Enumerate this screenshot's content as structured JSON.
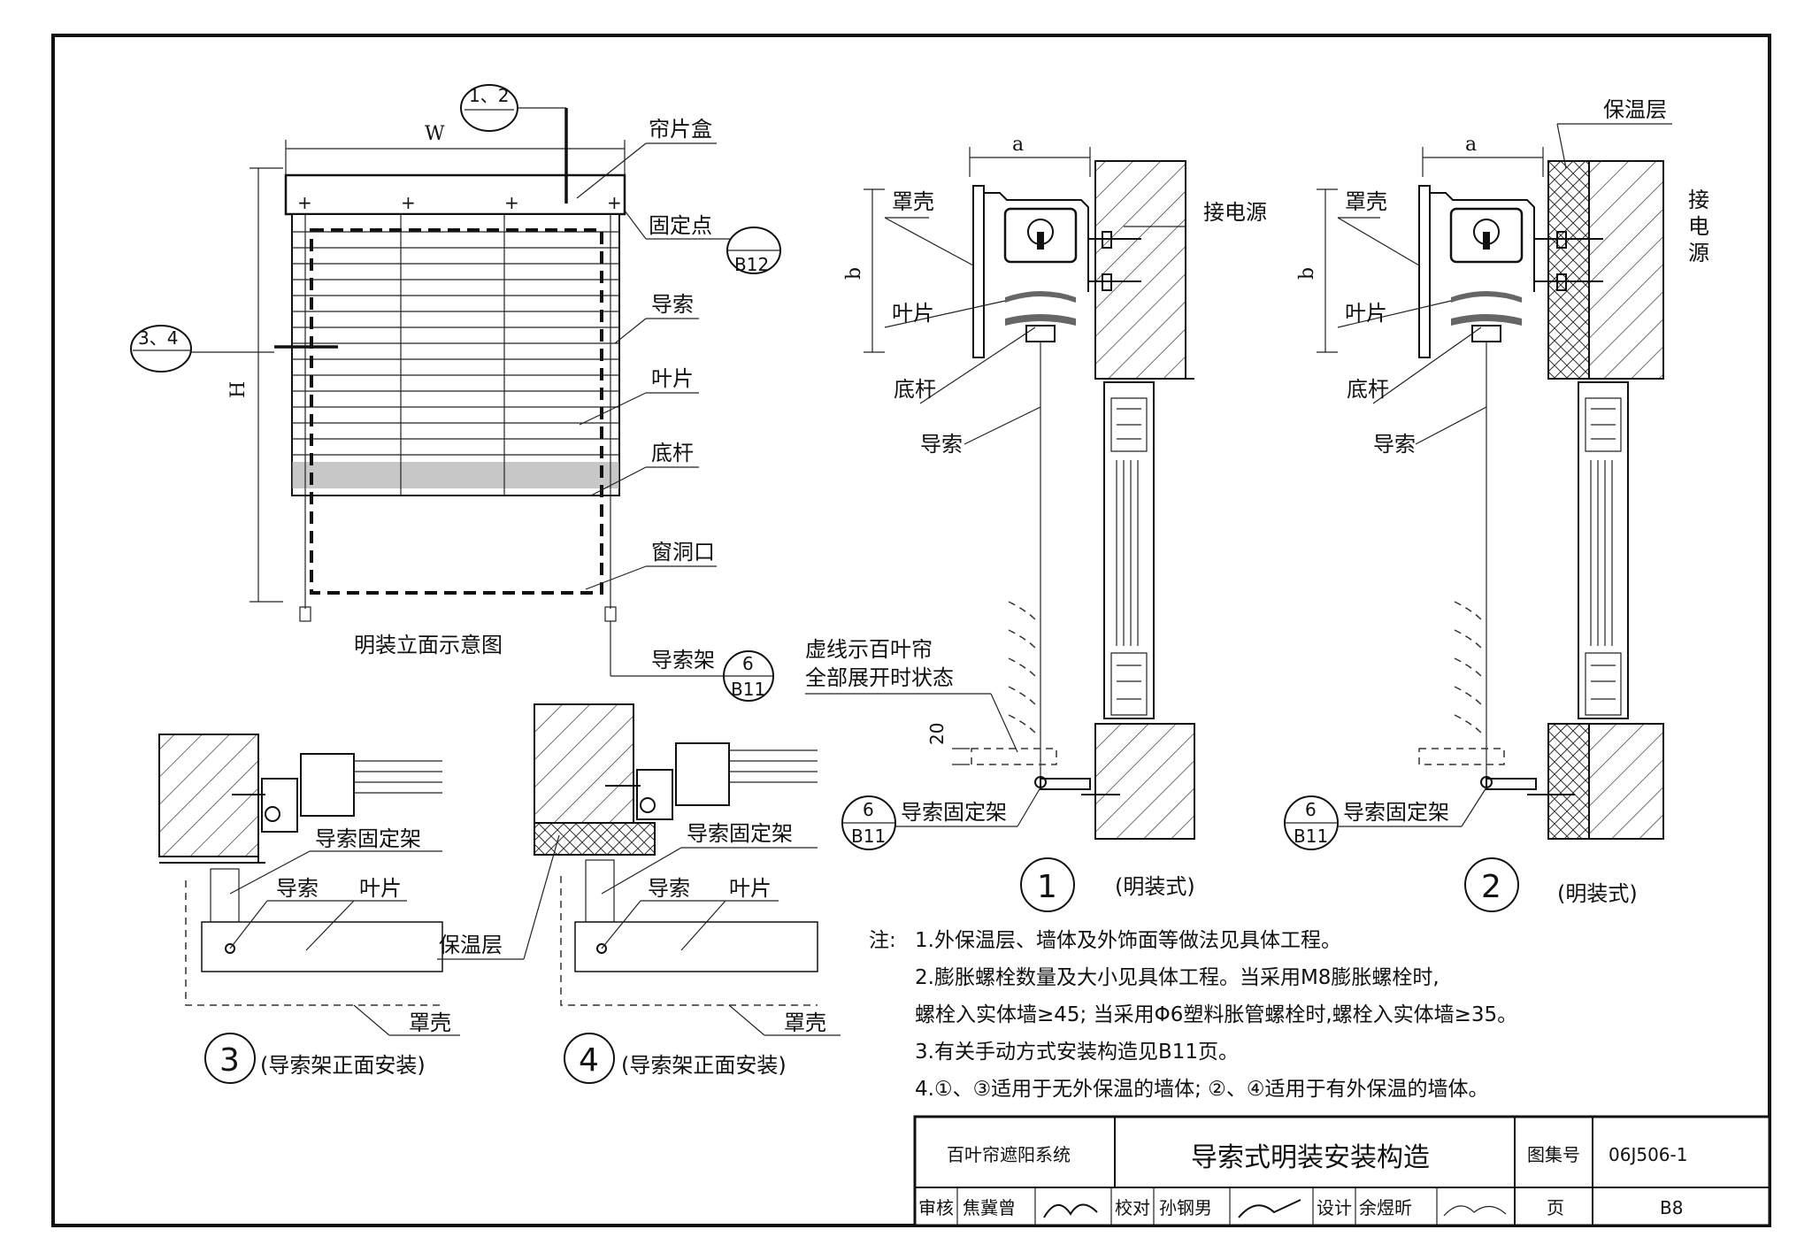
{
  "elevation": {
    "dim_width": "W",
    "dim_height": "H",
    "callout_top": "1、2",
    "callout_left": "3、4",
    "label_box": "帘片盒",
    "label_fix_point": "固定点",
    "fix_point_ref_page": "B12",
    "label_guide_cable": "导索",
    "label_slat": "叶片",
    "label_bottom_bar": "底杆",
    "label_window_opening": "窗洞口",
    "label_guide_bracket": "导索架",
    "bracket_ref_num": "6",
    "bracket_ref_page": "B11",
    "caption": "明装立面示意图"
  },
  "section1": {
    "dim_a": "a",
    "dim_b": "b",
    "label_housing": "罩壳",
    "label_slat": "叶片",
    "label_bottom_bar": "底杆",
    "label_guide_cable": "导索",
    "label_power": "接电源",
    "dashed_note_line1": "虚线示百叶帘",
    "dashed_note_line2": "全部展开时状态",
    "dim_20": "20",
    "fix_ref_num": "6",
    "fix_ref_page": "B11",
    "label_fix_bracket": "导索固定架",
    "number": "1",
    "caption": "(明装式)"
  },
  "section2": {
    "dim_a": "a",
    "dim_b": "b",
    "label_insulation": "保温层",
    "label_housing": "罩壳",
    "label_slat": "叶片",
    "label_bottom_bar": "底杆",
    "label_guide_cable": "导索",
    "label_power": "接电源",
    "fix_ref_num": "6",
    "fix_ref_page": "B11",
    "label_fix_bracket": "导索固定架",
    "number": "2",
    "caption": "(明装式)"
  },
  "section3": {
    "label_fix_bracket": "导索固定架",
    "label_guide_cable": "导索",
    "label_slat": "叶片",
    "label_housing": "罩壳",
    "number": "3",
    "caption": "(导索架正面安装)"
  },
  "section4": {
    "label_fix_bracket": "导索固定架",
    "label_guide_cable": "导索",
    "label_slat": "叶片",
    "label_insulation": "保温层",
    "label_housing": "罩壳",
    "number": "4",
    "caption": "(导索架正面安装)"
  },
  "notes": {
    "prefix": "注:",
    "lines": [
      "1.外保温层、墙体及外饰面等做法见具体工程。",
      "2.膨胀螺栓数量及大小见具体工程。当采用M8膨胀螺栓时,",
      "螺栓入实体墙≥45; 当采用Φ6塑料胀管螺栓时,螺栓入实体墙≥35。",
      "3.有关手动方式安装构造见B11页。",
      "4.①、③适用于无外保温的墙体; ②、④适用于有外保温的墙体。"
    ]
  },
  "title_block": {
    "system": "百叶帘遮阳系统",
    "title": "导索式明装安装构造",
    "atlas_label": "图集号",
    "atlas_no": "06J506-1",
    "review_label": "审核",
    "reviewer": "焦冀曾",
    "check_label": "校对",
    "checker": "孙钢男",
    "design_label": "设计",
    "designer": "余煜昕",
    "page_label": "页",
    "page_no": "B8"
  }
}
